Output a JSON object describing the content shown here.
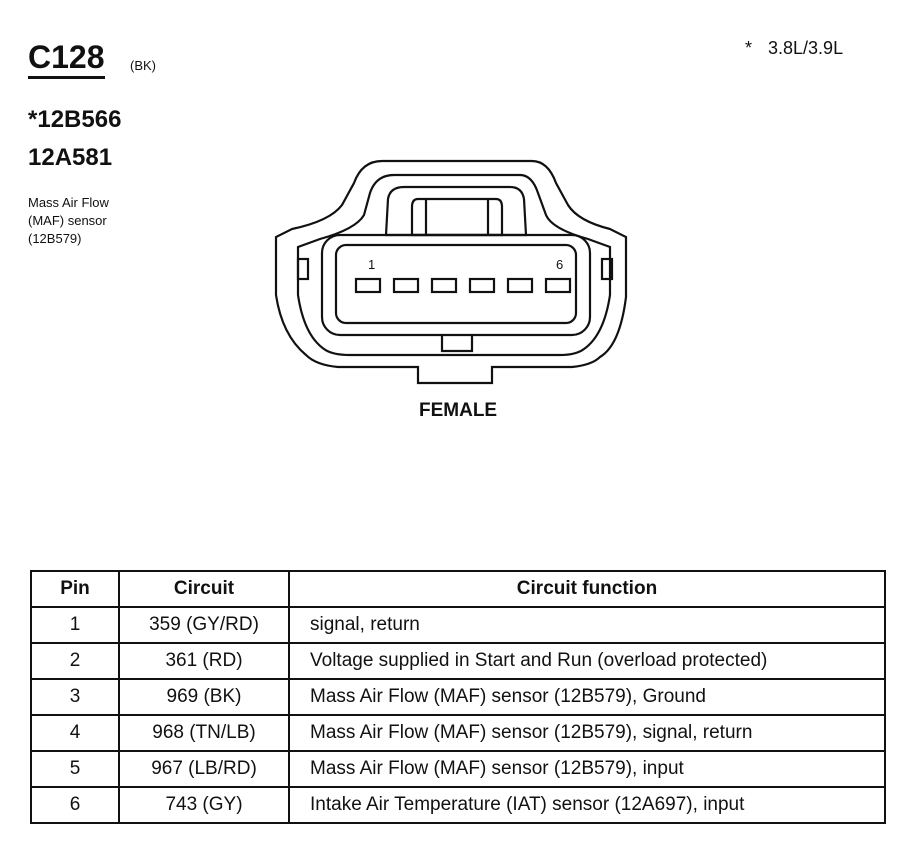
{
  "header": {
    "connector_id": "C128",
    "connector_color": "(BK)",
    "variant_mark": "*",
    "variant_text": "3.8L/3.9L"
  },
  "parts": {
    "part_1": "*12B566",
    "part_2": "12A581"
  },
  "description": {
    "line_1": "Mass Air Flow",
    "line_2": "(MAF) sensor",
    "line_3": "(12B579)"
  },
  "connector": {
    "first_pin_label": "1",
    "last_pin_label": "6",
    "pin_count": 6,
    "gender": "FEMALE"
  },
  "table": {
    "headers": {
      "pin": "Pin",
      "circuit": "Circuit",
      "function": "Circuit function"
    },
    "rows": [
      {
        "pin": "1",
        "circuit": "359 (GY/RD)",
        "function": "signal, return"
      },
      {
        "pin": "2",
        "circuit": "361 (RD)",
        "function": "Voltage supplied in Start and Run (overload protected)"
      },
      {
        "pin": "3",
        "circuit": "969 (BK)",
        "function": "Mass Air Flow (MAF) sensor (12B579), Ground"
      },
      {
        "pin": "4",
        "circuit": "968 (TN/LB)",
        "function": "Mass Air Flow (MAF) sensor (12B579), signal, return"
      },
      {
        "pin": "5",
        "circuit": "967 (LB/RD)",
        "function": "Mass Air Flow (MAF) sensor (12B579), input"
      },
      {
        "pin": "6",
        "circuit": "743 (GY)",
        "function": "Intake Air Temperature (IAT) sensor (12A697), input"
      }
    ]
  }
}
